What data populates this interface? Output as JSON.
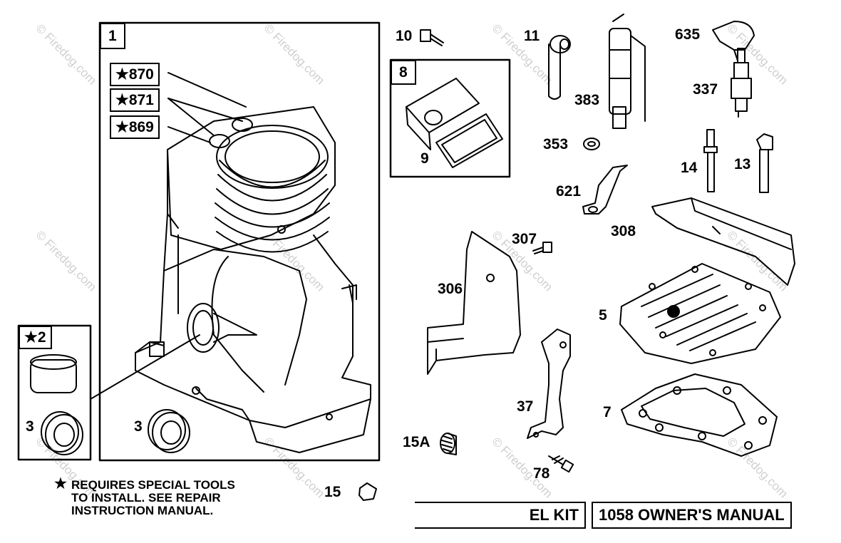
{
  "parts": {
    "p1": "1",
    "p870": "★870",
    "p871": "★871",
    "p869": "★869",
    "p2": "★2",
    "p3a": "3",
    "p3b": "3",
    "p8": "8",
    "p9": "9",
    "p10": "10",
    "p11": "11",
    "p383": "383",
    "p635": "635",
    "p337": "337",
    "p353": "353",
    "p14": "14",
    "p13": "13",
    "p621": "621",
    "p308": "308",
    "p307": "307",
    "p306": "306",
    "p5": "5",
    "p7": "7",
    "p37": "37",
    "p15A": "15A",
    "p78": "78",
    "p15": "15"
  },
  "footnote": {
    "star": "★",
    "line1": "REQUIRES SPECIAL TOOLS",
    "line2": "TO INSTALL.  SEE REPAIR",
    "line3": "INSTRUCTION MANUAL."
  },
  "kits": {
    "label_kit": "EL KIT",
    "owners_manual": "1058 OWNER'S MANUAL"
  },
  "watermark": "© Firedog.com",
  "colors": {
    "ink": "#000000",
    "watermark": "#cfcfcf"
  }
}
